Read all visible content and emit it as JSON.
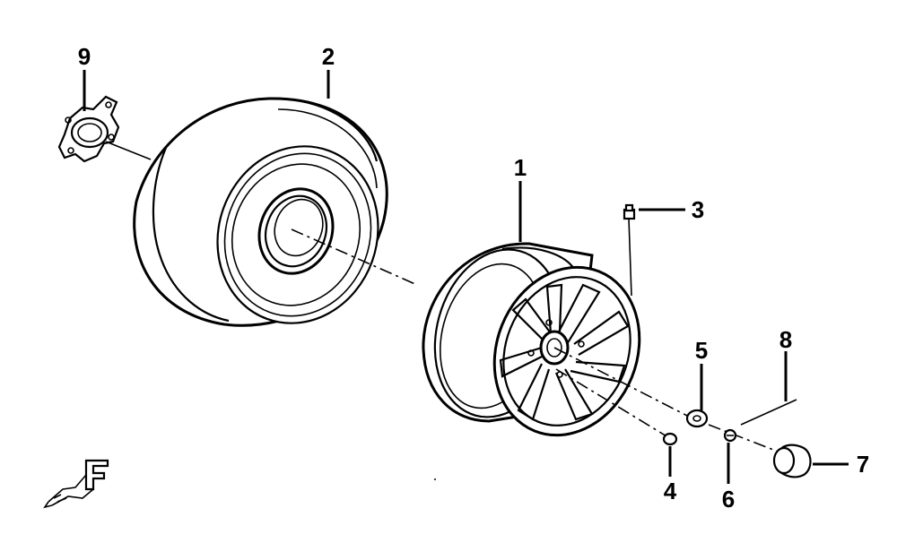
{
  "callouts": {
    "p1": "1",
    "p2": "2",
    "p3": "3",
    "p4": "4",
    "p5": "5",
    "p6": "6",
    "p7": "7",
    "p8": "8",
    "p9": "9"
  },
  "direction_marker": {
    "letter": "F",
    "icon": "front-direction-arrow-icon"
  },
  "colors": {
    "line": "#000000",
    "background": "#ffffff"
  }
}
